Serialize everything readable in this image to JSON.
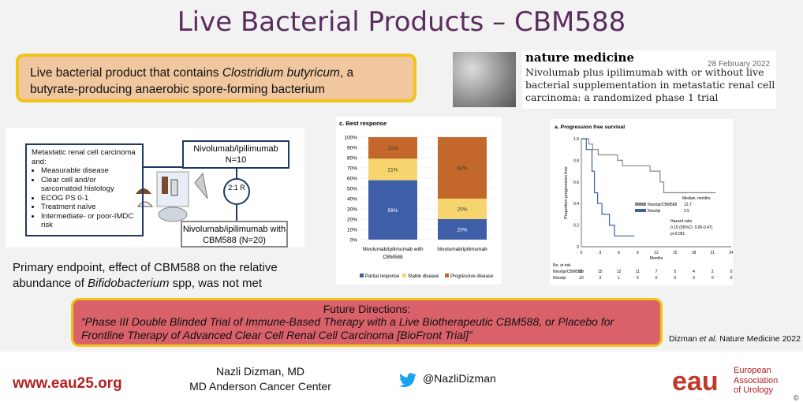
{
  "slide": {
    "title": "Live Bacterial Products – CBM588",
    "intro": {
      "pre": "Live bacterial product that contains ",
      "italic": "Clostridium butyricum",
      "post": ", a butyrate-producing anaerobic spore-forming bacterium"
    },
    "paper": {
      "journal": "nature medicine",
      "date": "28 February 2022",
      "title": "Nivolumab plus ipilimumab with or without live bacterial supplementation in metastatic renal cell carcinoma: a randomized phase 1 trial"
    },
    "design": {
      "criteria_head": "Metastatic renal cell carcinoma and:",
      "criteria": [
        "Measurable disease",
        "Clear cell and/or sarcomatoid histology",
        "ECOG PS 0-1",
        "Treatment naïve",
        "Intermediate- or poor-IMDC risk"
      ],
      "arm1": "Nivolumab/ipilimumab N=10",
      "arm2": "Nivolumab/ipilimumab with CBM588 (N=20)",
      "randomization": "2:1 R"
    },
    "endpoint": {
      "pre": "Primary endpoint, effect of CBM588 on the relative abundance of ",
      "italic": "Bifidobacterium",
      "post": " spp, was not met"
    },
    "future": {
      "heading": "Future Directions:",
      "text": "“Phase III Double Blinded Trial of Immune-Based Therapy with a Live Biotherapeutic CBM588, or Placebo for Frontline Therapy of Advanced Clear Cell Renal Cell Carcinoma [BioFront Trial]”"
    },
    "citation": {
      "pre": "Dizman ",
      "italic": "et al.",
      "post": " Nature Medicine 2022"
    }
  },
  "footer": {
    "url": "www.eau25.org",
    "speaker_name": "Nazli Dizman, MD",
    "speaker_affil": "MD Anderson Cancer Center",
    "twitter": "@NazliDizman",
    "org": [
      "European",
      "Association",
      "of Urology"
    ],
    "logo_text": "eau",
    "copyright": "©"
  },
  "colors": {
    "partial": "#3e5fa8",
    "stable": "#f6d56e",
    "progressive": "#c4672a",
    "title": "#5b2d5e",
    "brand": "#b22222"
  },
  "chart_data": [
    {
      "type": "bar",
      "title": "c. Best response",
      "categories": [
        "Nivolumab/ipilimumab with CBM588",
        "Nivolumab/ipilimumab"
      ],
      "series": [
        {
          "name": "Partial response",
          "values": [
            58,
            20
          ]
        },
        {
          "name": "Stable disease",
          "values": [
            21,
            20
          ]
        },
        {
          "name": "Progressive disease",
          "values": [
            21,
            60
          ]
        }
      ],
      "ylim": [
        0,
        100
      ],
      "yticks": [
        "0%",
        "10%",
        "20%",
        "30%",
        "40%",
        "50%",
        "60%",
        "70%",
        "80%",
        "90%",
        "100%"
      ],
      "data_labels": [
        [
          "58%",
          "21%",
          "21%"
        ],
        [
          "20%",
          "20%",
          "60%"
        ]
      ],
      "legend": "bottom"
    },
    {
      "type": "line",
      "title": "a. Progression free survival",
      "xlabel": "Months",
      "ylabel": "Proportion progression free",
      "xticks": [
        0,
        3,
        6,
        9,
        12,
        15,
        18,
        21,
        24
      ],
      "yticks": [
        "0",
        "0.2",
        "0.4",
        "0.6",
        "0.8",
        "1.0"
      ],
      "xlim": [
        0,
        24
      ],
      "ylim": [
        0,
        1
      ],
      "series": [
        {
          "name": "Nivo/ipi/CBM588",
          "points": [
            [
              0,
              1
            ],
            [
              1.2,
              1
            ],
            [
              1.2,
              0.95
            ],
            [
              1.8,
              0.95
            ],
            [
              1.8,
              0.9
            ],
            [
              2.7,
              0.9
            ],
            [
              2.7,
              0.85
            ],
            [
              5.8,
              0.85
            ],
            [
              5.8,
              0.8
            ],
            [
              6.6,
              0.8
            ],
            [
              6.6,
              0.75
            ],
            [
              11,
              0.75
            ],
            [
              11,
              0.7
            ],
            [
              12.6,
              0.7
            ],
            [
              12.6,
              0.6
            ],
            [
              13.2,
              0.6
            ],
            [
              13.2,
              0.5
            ],
            [
              21.5,
              0.5
            ]
          ]
        },
        {
          "name": "Nivo/ipi",
          "points": [
            [
              0,
              1
            ],
            [
              0.8,
              1
            ],
            [
              0.8,
              0.9
            ],
            [
              1.7,
              0.9
            ],
            [
              1.7,
              0.7
            ],
            [
              2.1,
              0.7
            ],
            [
              2.1,
              0.5
            ],
            [
              2.6,
              0.5
            ],
            [
              2.6,
              0.4
            ],
            [
              3.3,
              0.4
            ],
            [
              3.3,
              0.3
            ],
            [
              4.5,
              0.3
            ],
            [
              4.5,
              0.2
            ],
            [
              5.3,
              0.2
            ],
            [
              5.3,
              0.1
            ],
            [
              8.5,
              0.1
            ]
          ]
        }
      ],
      "annotations": [
        "Median, months",
        "12.7",
        "2.5",
        "Hazard ratio",
        "0.15 (95%CI, 0.05-0.47)",
        "p<0.001"
      ],
      "risk_table": {
        "header": "No. at risk",
        "rows": [
          {
            "label": "Nivo/ipi/CBM588",
            "values": [
              "19",
              "15",
              "12",
              "11",
              "7",
              "5",
              "4",
              "2",
              "0"
            ]
          },
          {
            "label": "Nivo/ipi",
            "values": [
              "10",
              "3",
              "1",
              "0",
              "0",
              "0",
              "0",
              "0",
              "0"
            ]
          }
        ]
      }
    }
  ]
}
